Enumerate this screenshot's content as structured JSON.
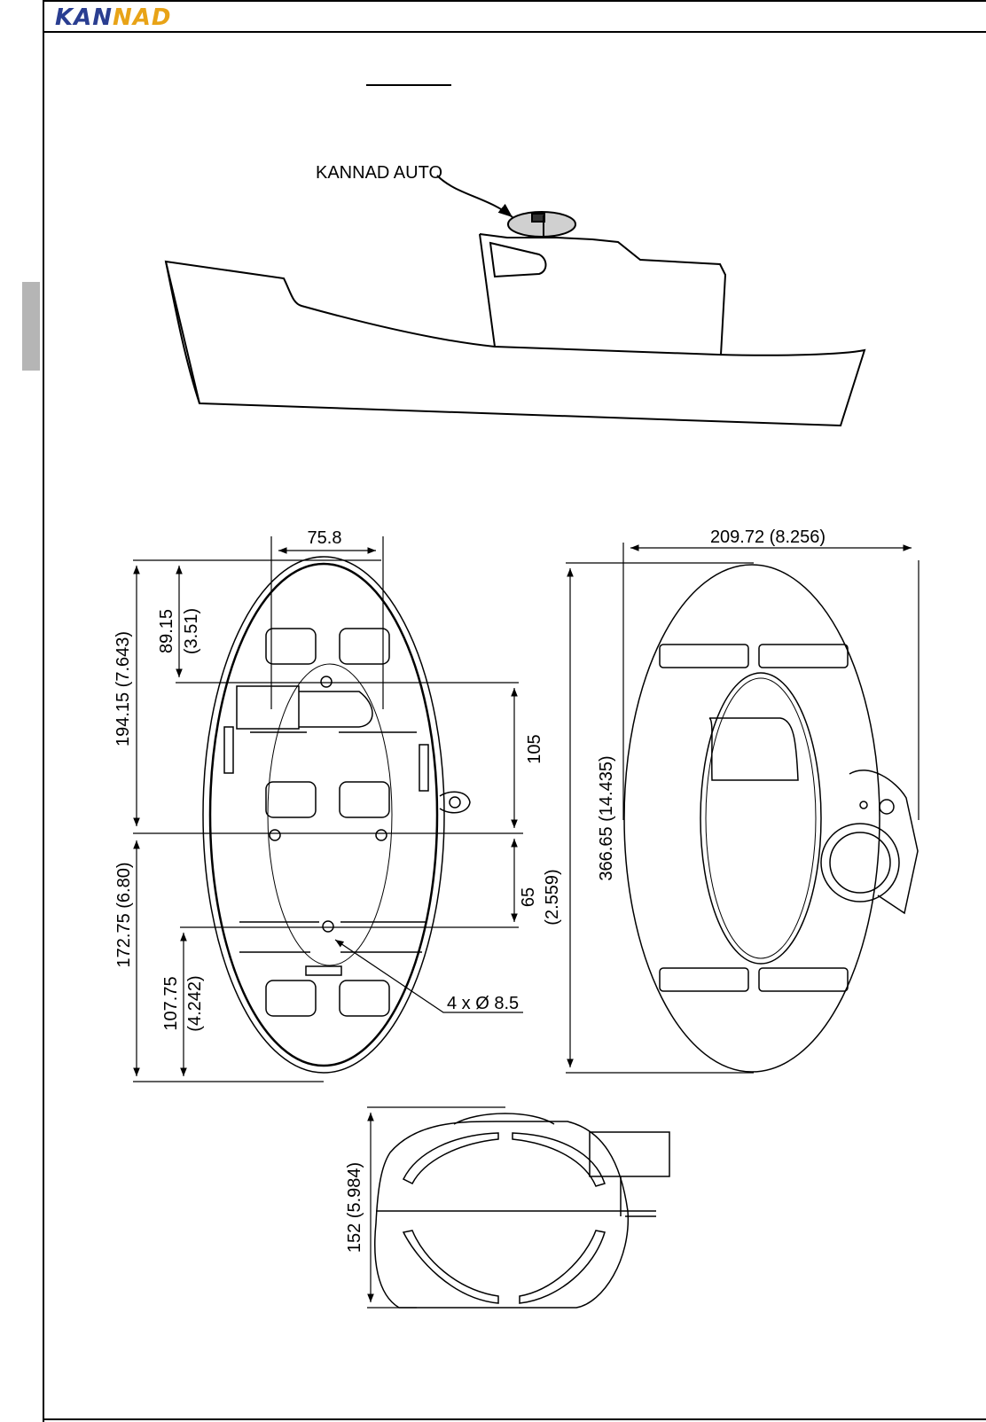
{
  "brand": {
    "part1": "KAN",
    "part2": "NAD",
    "color_primary": "#2a3e91",
    "color_accent": "#e8a317"
  },
  "figure": {
    "callout_label": "KANNAD AUTO",
    "dims": {
      "width_center": "75.8",
      "height_upper_in": "194.15 (7.643)",
      "height_top": "89.15",
      "height_top_in": "(3.51)",
      "gap_105": "105",
      "gap_65": "65",
      "gap_65_in": "(2.559)",
      "height_lower": "172.75 (6.80)",
      "height_bottom": "107.75",
      "height_bottom_in": "(4.242)",
      "holes": "4 x Ø 8.5",
      "overall_width": "209.72 (8.256)",
      "overall_height": "366.65 (14.435)",
      "depth": "152 (5.984)"
    }
  }
}
